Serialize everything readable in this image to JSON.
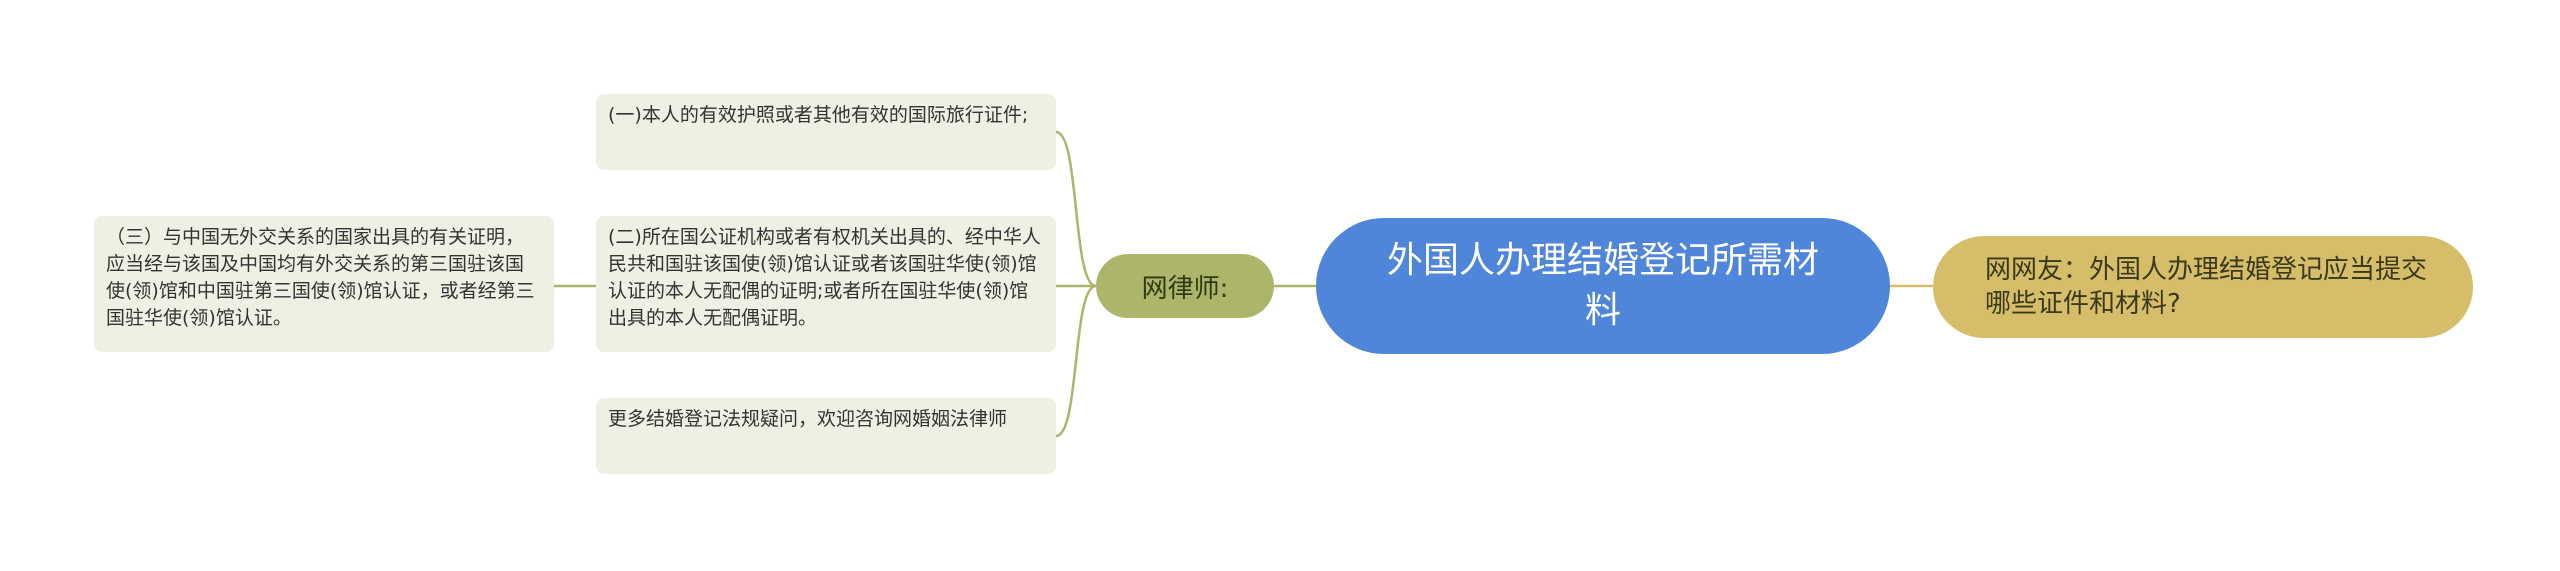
{
  "colors": {
    "root_fill": "#4f86d9",
    "branch_right_fill": "#d5bd6a",
    "branch_left_fill": "#adb56a",
    "leaf_fill": "#eff0e3",
    "edge_right": "#d5bd6a",
    "edge_left": "#adb56a"
  },
  "root": {
    "label": "外国人办理结婚登记所需材料"
  },
  "branches": {
    "right": {
      "label": "网网友：外国人办理结婚登记应当提交哪些证件和材料?"
    },
    "left": {
      "label": "网律师:",
      "children": [
        {
          "label": "(一)本人的有效护照或者其他有效的国际旅行证件;"
        },
        {
          "label": "(二)所在国公证机构或者有权机关出具的、经中华人民共和国驻该国使(领)馆认证或者该国驻华使(领)馆认证的本人无配偶的证明;或者所在国驻华使(领)馆出具的本人无配偶证明。"
        },
        {
          "label": "更多结婚登记法规疑问，欢迎咨询网婚姻法律师"
        }
      ],
      "sub": {
        "label": "（三）与中国无外交关系的国家出具的有关证明，应当经与该国及中国均有外交关系的第三国驻该国使(领)馆和中国驻第三国使(领)馆认证，或者经第三国驻华使(领)馆认证。"
      }
    }
  }
}
